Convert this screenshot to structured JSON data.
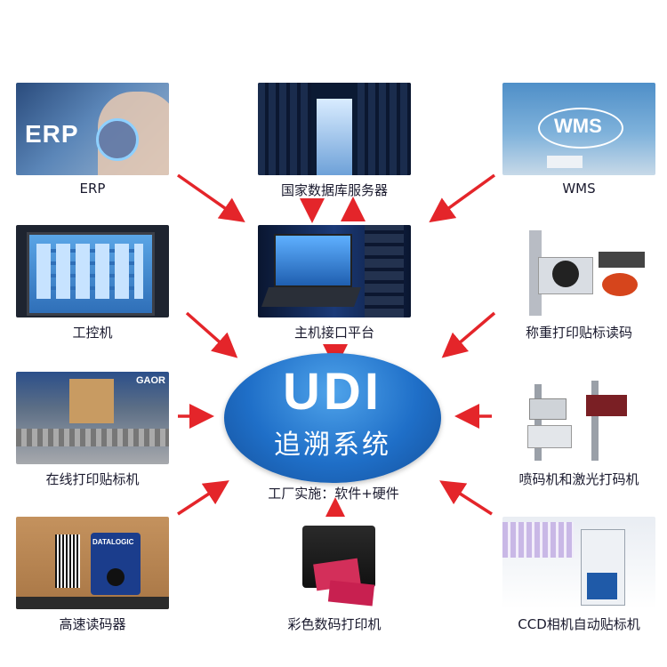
{
  "hub": {
    "title": "UDI",
    "subtitle": "追溯系统"
  },
  "factory_note": "工厂实施：软件+硬件",
  "nodes": [
    {
      "id": "erp",
      "label": "ERP",
      "overlay": "ERP"
    },
    {
      "id": "server",
      "label": "国家数据库服务器"
    },
    {
      "id": "wms",
      "label": "WMS",
      "overlay": "WMS"
    },
    {
      "id": "ipc",
      "label": "工控机"
    },
    {
      "id": "host",
      "label": "主机接口平台"
    },
    {
      "id": "weigh",
      "label": "称重打印贴标读码"
    },
    {
      "id": "inline",
      "label": "在线打印贴标机",
      "overlay": "GAOR"
    },
    {
      "id": "inkjet",
      "label": "喷码机和激光打码机"
    },
    {
      "id": "reader",
      "label": "高速读码器",
      "overlay": "DATALOGIC"
    },
    {
      "id": "printer",
      "label": "彩色数码打印机"
    },
    {
      "id": "ccd",
      "label": "CCD相机自动贴标机"
    }
  ],
  "colors": {
    "arrow": "#e4252a",
    "hub": "#1f6fc8",
    "caption": "#1a1a2e"
  }
}
